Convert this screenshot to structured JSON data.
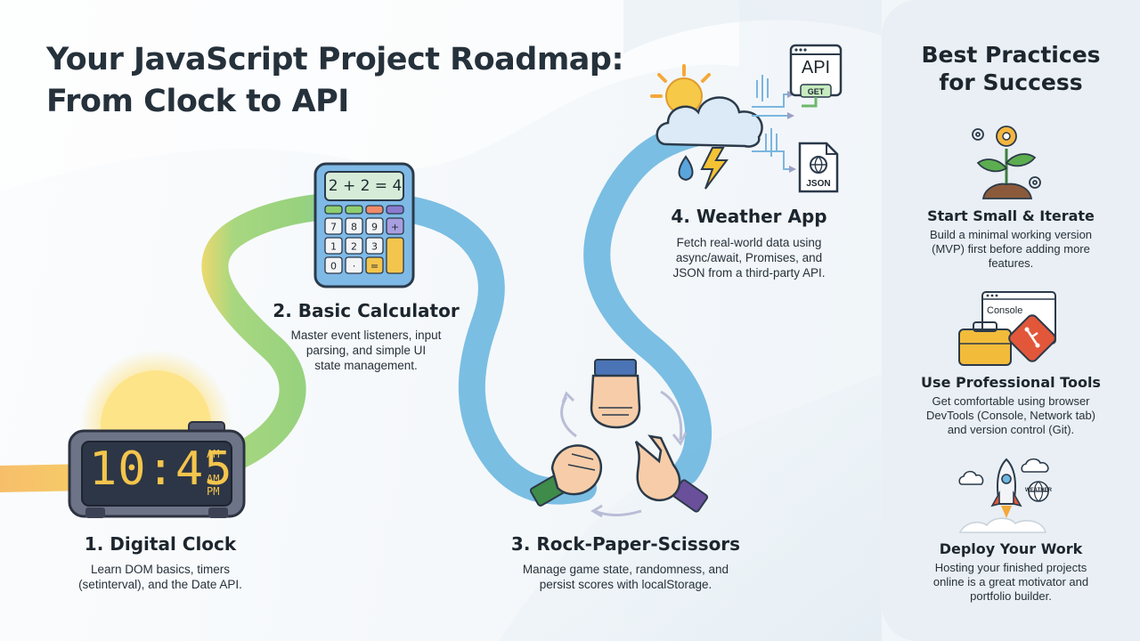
{
  "title": {
    "line1": "Your JavaScript Project Roadmap:",
    "line2": "From Clock to API"
  },
  "steps": [
    {
      "heading": "1. Digital Clock",
      "desc_line1": "Learn DOM basics, timers",
      "desc_line2": "(setinterval), and the Date API."
    },
    {
      "heading": "2. Basic Calculator",
      "desc_line1": "Master event listeners, input",
      "desc_line2": "parsing, and simple UI",
      "desc_line3": "state management."
    },
    {
      "heading": "3. Rock-Paper-Scissors",
      "desc_line1": "Manage game state, randomness, and",
      "desc_line2": "persist scores with localStorage."
    },
    {
      "heading": "4. Weather App",
      "desc_line1": "Fetch real-world data using",
      "desc_line2": "async/await, Promises, and",
      "desc_line3": "JSON from a third-party API."
    }
  ],
  "clock": {
    "time": "10:45",
    "am": "AM",
    "ampm_line1": "AM/",
    "ampm_line2": "PM"
  },
  "calculator": {
    "display": "2 + 2 = 4",
    "keys": [
      "7",
      "8",
      "9",
      "+",
      "1",
      "2",
      "3",
      "",
      "0",
      "·",
      "=",
      ""
    ]
  },
  "weather_icons": {
    "api_label": "API",
    "get_label": "GET",
    "json_label": "JSON"
  },
  "best_practices": {
    "heading_line1": "Best Practices",
    "heading_line2": "for Success",
    "items": [
      {
        "heading": "Start Small & Iterate",
        "desc_line1": "Build a minimal working version",
        "desc_line2": "(MVP) first before adding more",
        "desc_line3": "features.",
        "icon": "growing-plant-gears-icon"
      },
      {
        "heading": "Use Professional Tools",
        "desc_line1": "Get comfortable using browser",
        "desc_line2": "DevTools (Console, Network tab)",
        "desc_line3": "and version control (Git).",
        "icon": "toolbox-console-icon",
        "console_label": "Console"
      },
      {
        "heading": "Deploy Your Work",
        "desc_line1": "Hosting your finished projects",
        "desc_line2": "online is a great motivator and",
        "desc_line3": "portfolio builder.",
        "icon": "rocket-cloud-icon",
        "weather_label": "WEATHER"
      }
    ]
  },
  "colors": {
    "path_orange": "#f5b453",
    "path_yellow": "#f5cf55",
    "path_green": "#8fcf6e",
    "path_blue": "#6db7e0",
    "panel_bg": "#e9eff4",
    "clock_digits": "#f4c54c",
    "calc_body": "#7fb9e6"
  }
}
